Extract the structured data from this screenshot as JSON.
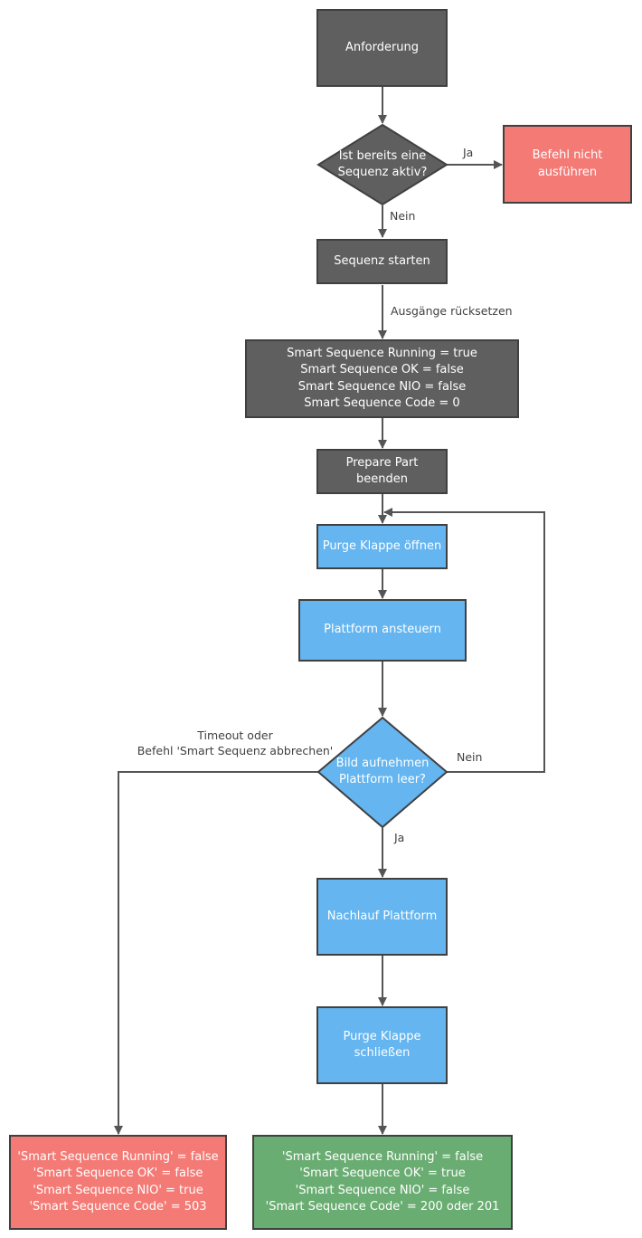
{
  "nodes": {
    "anforderung": [
      "Anforderung"
    ],
    "decision_active": [
      "Ist bereits eine",
      "Sequenz aktiv?"
    ],
    "befehl_nicht": [
      "Befehl nicht",
      "ausführen"
    ],
    "sequenz_starten": [
      "Sequenz starten"
    ],
    "outputs_reset": [
      "Smart Sequence Running = true",
      "Smart Sequence OK = false",
      "Smart Sequence NIO = false",
      "Smart Sequence Code = 0"
    ],
    "prepare_part": [
      "Prepare Part",
      "beenden"
    ],
    "purge_open": [
      "Purge Klappe öffnen"
    ],
    "plattform_ansteuern": [
      "Plattform ansteuern"
    ],
    "decision_empty": [
      "Bild aufnehmen",
      "Plattform leer?"
    ],
    "nachlauf": [
      "Nachlauf Plattform"
    ],
    "purge_close": [
      "Purge Klappe",
      "schließen"
    ],
    "result_error": [
      "'Smart Sequence Running' = false",
      "'Smart Sequence OK' = false",
      "'Smart Sequence NIO' = true",
      "'Smart Sequence Code' = 503"
    ],
    "result_ok": [
      "'Smart Sequence Running' = false",
      "'Smart Sequence OK' = true",
      "'Smart Sequence NIO' = false",
      "'Smart Sequence Code' = 200 oder 201"
    ]
  },
  "edge_labels": {
    "ja_1": [
      "Ja"
    ],
    "nein_1": [
      "Nein"
    ],
    "reset": [
      "Ausgänge rücksetzen"
    ],
    "timeout": [
      "Timeout oder",
      "Befehl 'Smart Sequenz abbrechen'"
    ],
    "nein_2": [
      "Nein"
    ],
    "ja_2": [
      "Ja"
    ]
  },
  "colors": {
    "dark": "#5f5f5f",
    "blue": "#64b5f0",
    "red": "#f47a75",
    "green": "#6aad72",
    "border": "#404040",
    "connector": "#555555"
  }
}
